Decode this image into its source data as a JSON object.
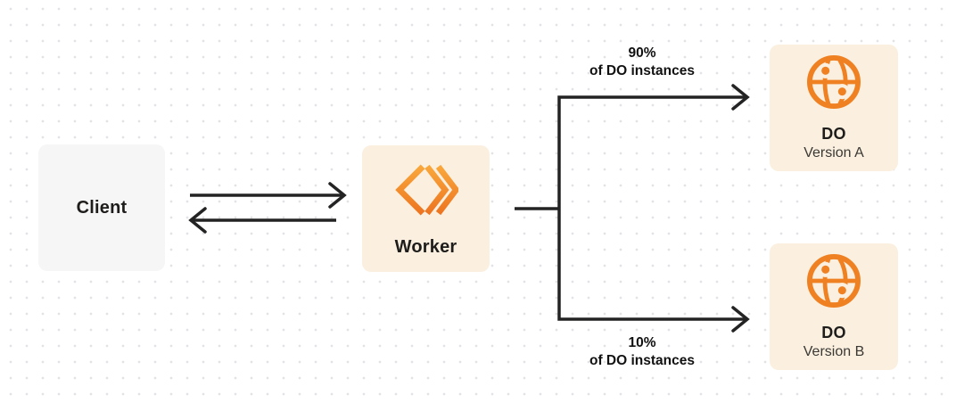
{
  "diagram": {
    "client": {
      "label": "Client"
    },
    "worker": {
      "label": "Worker"
    },
    "branch_top": {
      "percent": "90%",
      "caption": "of DO instances"
    },
    "branch_bottom": {
      "percent": "10%",
      "caption": "of DO instances"
    },
    "do_a": {
      "title": "DO",
      "subtitle": "Version A"
    },
    "do_b": {
      "title": "DO",
      "subtitle": "Version B"
    }
  },
  "colors": {
    "orange": "#ef8122",
    "orange_light": "#f9a73b",
    "orange_dark": "#ed7520",
    "arrow": "#232323",
    "client_box_bg": "#f6f6f7",
    "orange_box_bg": "#fbf0e0",
    "dot": "#e3e2e7",
    "title_text": "#1e1d1b",
    "subtitle_text": "#3b3834",
    "label_text": "#111111"
  }
}
